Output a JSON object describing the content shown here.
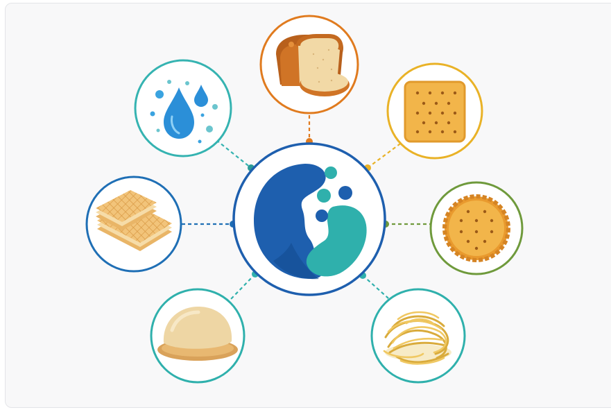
{
  "diagram": {
    "center": {
      "name": "hub",
      "color": "#1e5fae",
      "accent": "#2fb0ac",
      "dots": [
        "#2fb0ac",
        "#1e5fae",
        "#1e5fae",
        "#2fb0ac"
      ]
    },
    "nodes": [
      {
        "id": "bread",
        "icon": "bread-loaf-icon",
        "color": "#e07b1f"
      },
      {
        "id": "square-cracker",
        "icon": "square-cracker-icon",
        "color": "#e9b227"
      },
      {
        "id": "round-cracker",
        "icon": "round-cracker-icon",
        "color": "#6f9a3c"
      },
      {
        "id": "noodles",
        "icon": "noodles-icon",
        "color": "#2fb0ac"
      },
      {
        "id": "dough",
        "icon": "dough-ball-icon",
        "color": "#2fb0ac"
      },
      {
        "id": "wafer",
        "icon": "wafer-icon",
        "color": "#1f6fb5"
      },
      {
        "id": "water",
        "icon": "water-drop-icon",
        "color": "#35b3b1"
      }
    ]
  }
}
